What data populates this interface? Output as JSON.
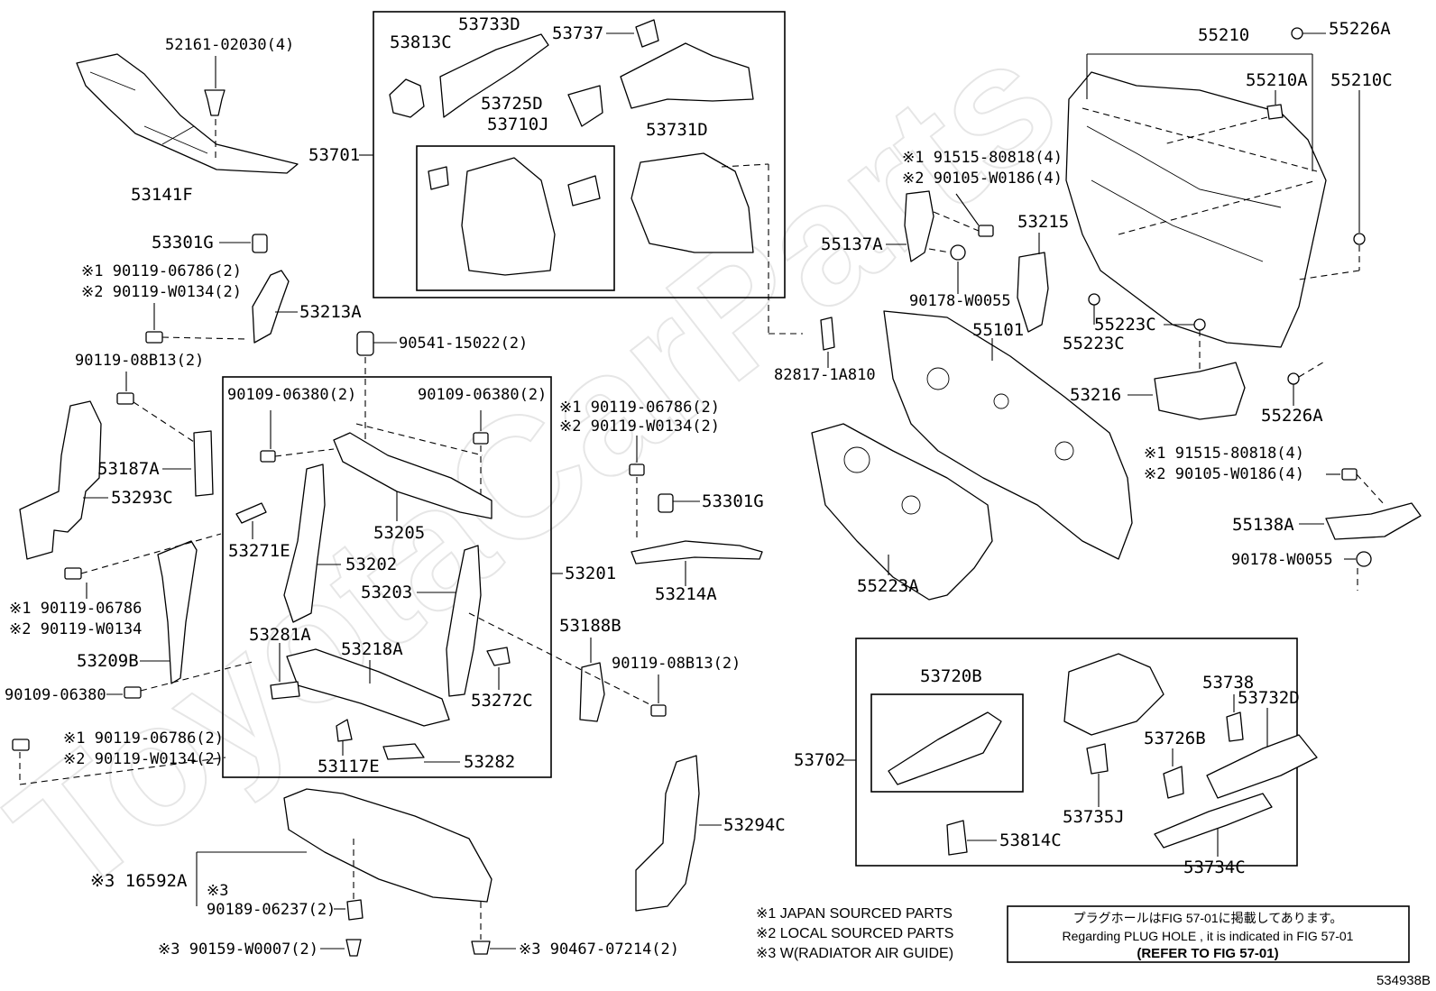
{
  "diagram": {
    "watermark": "ToyotaCarParts",
    "figure_id": "534938B",
    "part_labels": {
      "p53141F": "53141F",
      "p52161": "52161-02030(4)",
      "p53301G_a": "53301G",
      "p90119_06786_2a_1": "※1 90119-06786(2)",
      "p90119_W0134_2a_2": "※2 90119-W0134(2)",
      "p53213A": "53213A",
      "p90119_08B13_a": "90119-08B13(2)",
      "p53187A": "53187A",
      "p53293C": "53293C",
      "p90119_06786_1": "※1 90119-06786",
      "p90119_W0134_2": "※2 90119-W0134",
      "p53209B": "53209B",
      "p90109_06380_single": "90109-06380",
      "p90119_06786_2b_1": "※1 90119-06786(2)",
      "p90119_W0134_2b_2": "※2 90119-W0134(2)",
      "p53733D": "53733D",
      "p53813C": "53813C",
      "p53737": "53737",
      "p53725D": "53725D",
      "p53710J": "53710J",
      "p53731D": "53731D",
      "p53701": "53701",
      "p90541": "90541-15022(2)",
      "p90109_06380_left": "90109-06380(2)",
      "p90109_06380_right": "90109-06380(2)",
      "p53271E": "53271E",
      "p53205": "53205",
      "p53202": "53202",
      "p53203": "53203",
      "p53201": "53201",
      "p53281A": "53281A",
      "p53218A": "53218A",
      "p53272C": "53272C",
      "p53117E": "53117E",
      "p53282": "53282",
      "p90119_06786_2c_1": "※1 90119-06786(2)",
      "p90119_W0134_2c_2": "※2 90119-W0134(2)",
      "p53301G_b": "53301G",
      "p53214A": "53214A",
      "p53188B": "53188B",
      "p90119_08B13_b": "90119-08B13(2)",
      "p53294C": "53294C",
      "p16592A": "※3 16592A",
      "p90189_note": "※3",
      "p90189": "90189-06237(2)",
      "p90159": "※3 90159-W0007(2)",
      "p90467": "※3 90467-07214(2)",
      "p55210": "55210",
      "p55226A_top": "55226A",
      "p55210A": "55210A",
      "p55210C": "55210C",
      "p91515_a1": "※1 91515-80818(4)",
      "p90105_a2": "※2 90105-W0186(4)",
      "p55137A": "55137A",
      "p53215": "53215",
      "p90178_a": "90178-W0055",
      "p55101": "55101",
      "p55223C_a": "55223C",
      "p55223C_b": "55223C",
      "p82817": "82817-1A810",
      "p53216": "53216",
      "p55226A_bottom": "55226A",
      "p91515_b1": "※1 91515-80818(4)",
      "p90105_b2": "※2 90105-W0186(4)",
      "p55138A": "55138A",
      "p90178_b": "90178-W0055",
      "p55223A": "55223A",
      "p53720B": "53720B",
      "p53738": "53738",
      "p53732D": "53732D",
      "p53726B": "53726B",
      "p53702": "53702",
      "p53735J": "53735J",
      "p53814C": "53814C",
      "p53734C": "53734C"
    },
    "legend": {
      "note1": "※1  JAPAN SOURCED PARTS",
      "note2": "※2  LOCAL SOURCED PARTS",
      "note3": "※3  W(RADIATOR AIR GUIDE)"
    },
    "plug_hole_note": {
      "line_jp": "プラグホールはFIG 57-01に掲載してあります。",
      "line_en": "Regarding  PLUG  HOLE , it is indicated in FIG  57-01",
      "line_ref": "(REFER TO FIG 57-01)"
    }
  }
}
